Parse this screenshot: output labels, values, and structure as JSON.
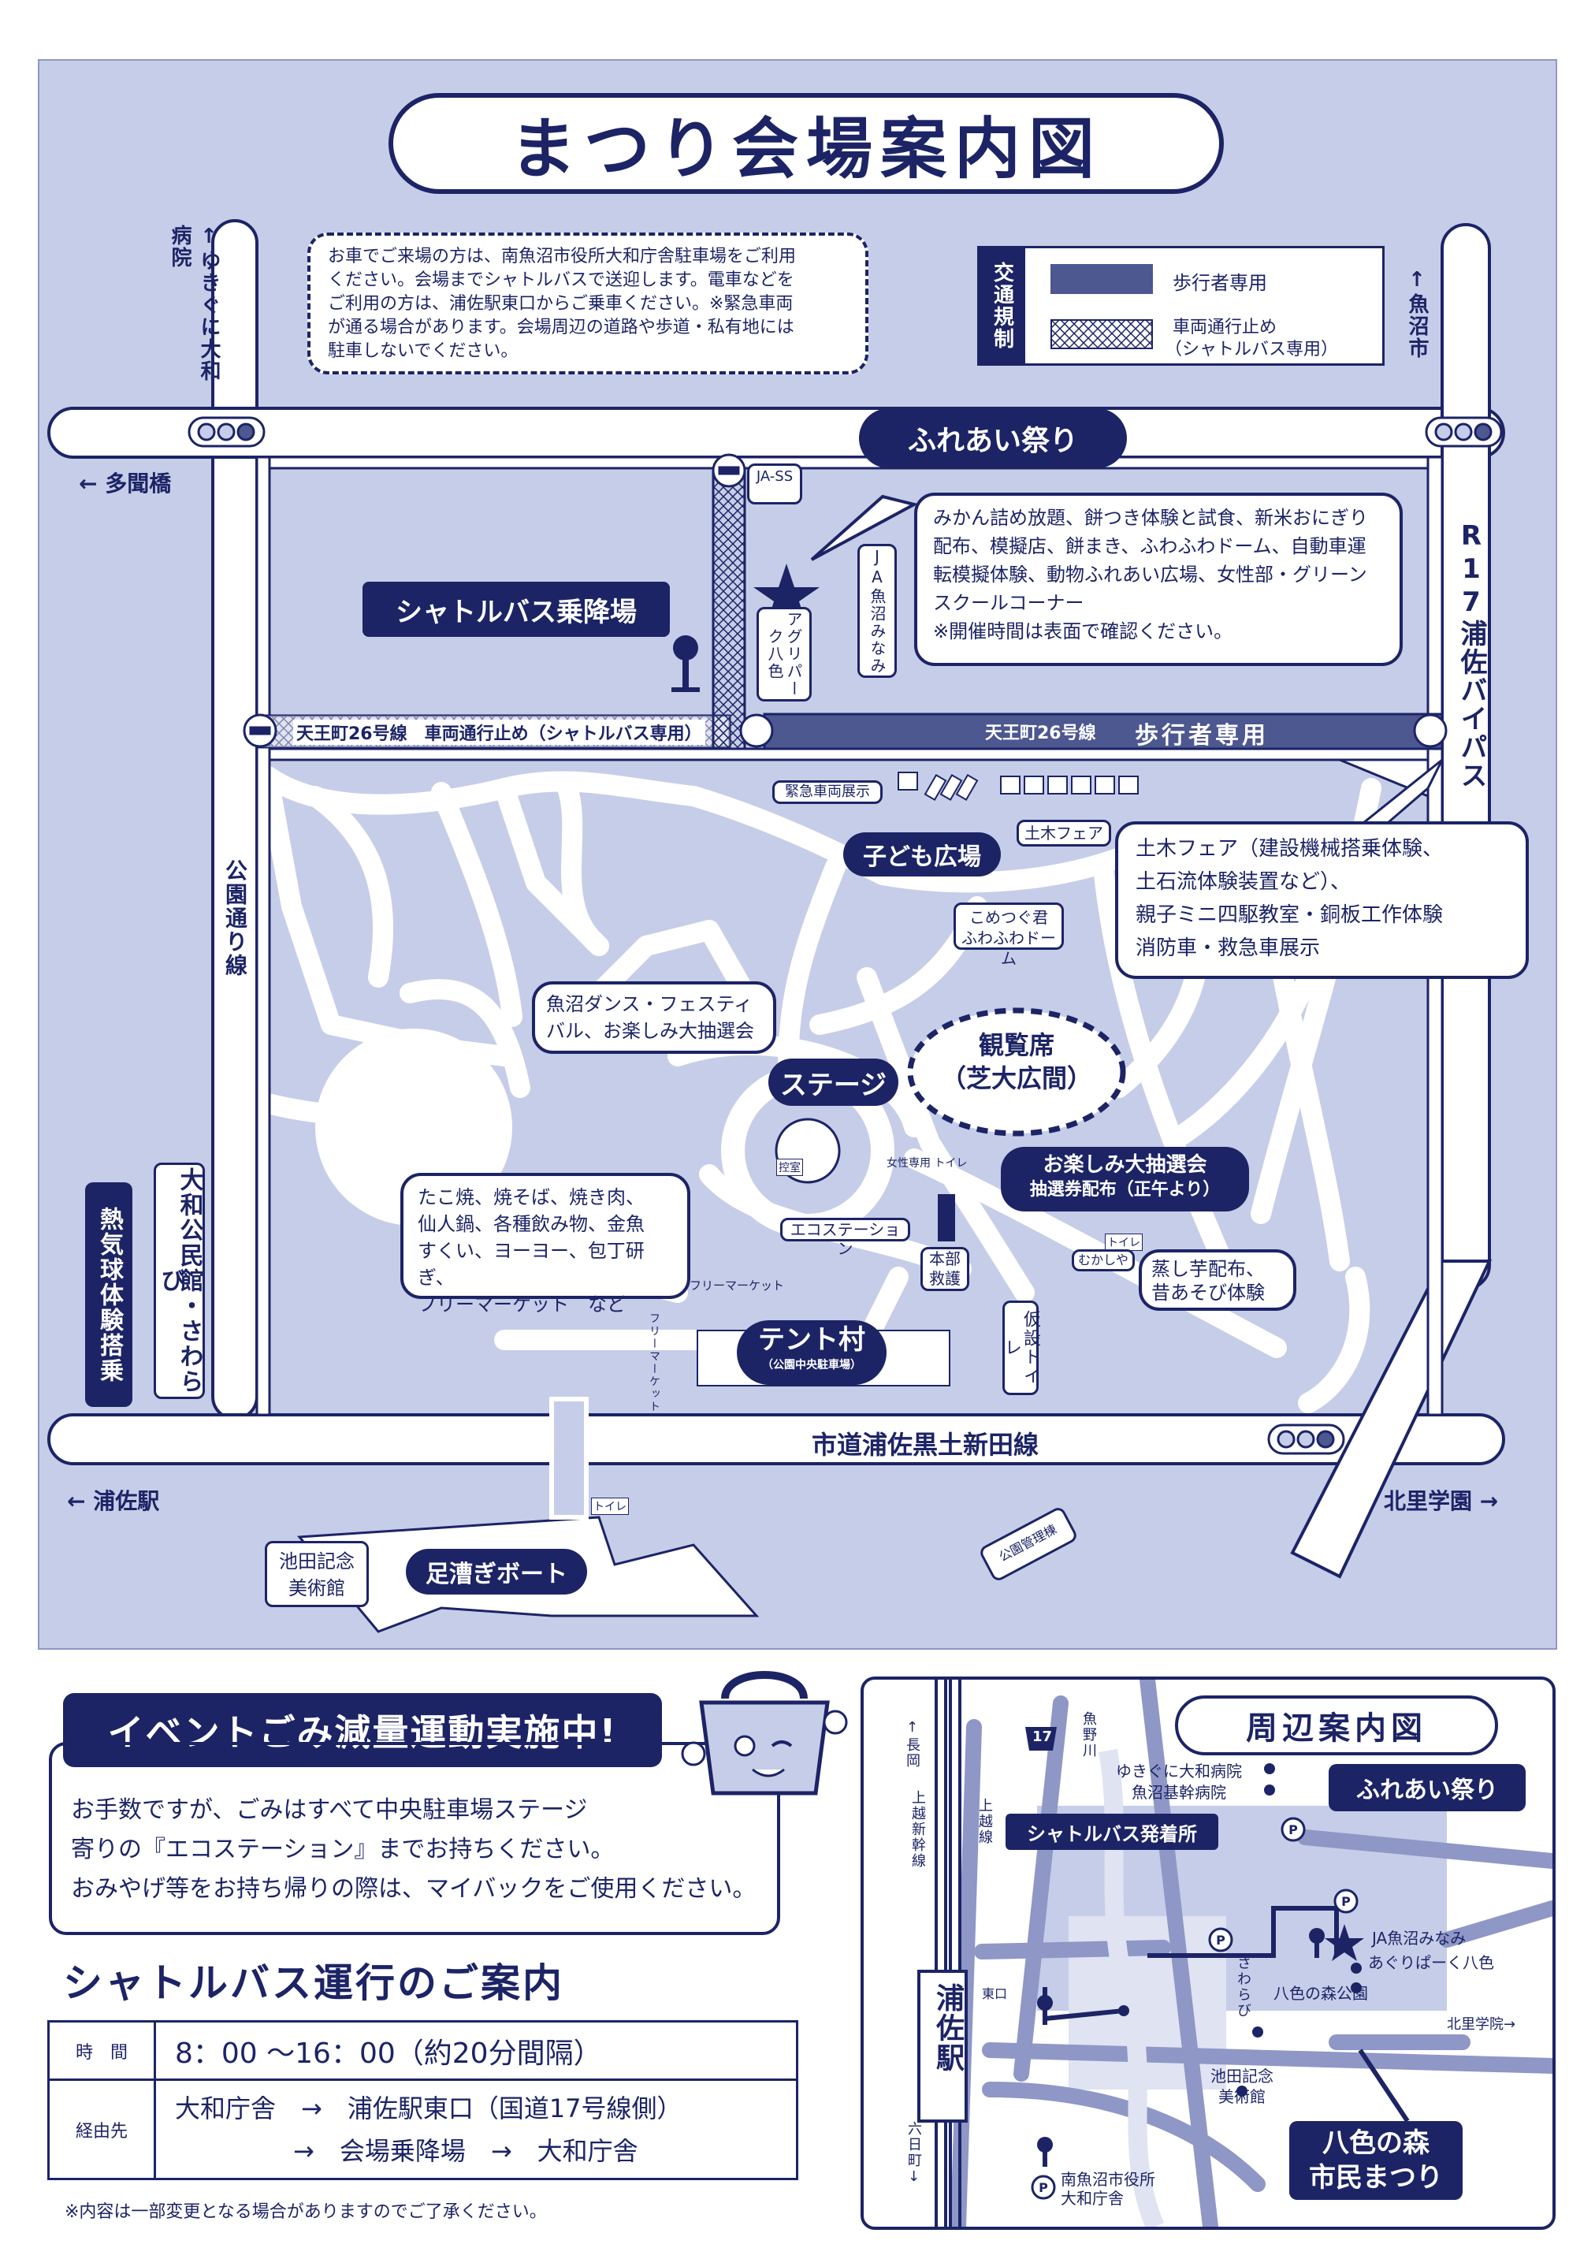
{
  "map": {
    "title": "まつり会場案内図",
    "notice": [
      "お車でご来場の方は、南魚沼市役所大和庁舎駐車場をご利用",
      "ください。会場までシャトルバスで送迎します。電車などを",
      "ご利用の方は、浦佐駅東口からご乗車ください。※緊急車両",
      "が通る場合があります。会場周辺の道路や歩道・私有地には",
      "駐車しないでください。"
    ],
    "traffic_legend": {
      "heading": "交通規制",
      "pedestrian": "歩行者専用",
      "vehicle_stop": "車両通行止め",
      "vehicle_stop_note": "（シャトルバス専用）"
    },
    "directions": {
      "yukiguni": "↑ゆきぐに大和病院",
      "uonuma": "↑魚沼市",
      "tamonbashi": "← 多聞橋",
      "urasa_station": "← 浦佐駅",
      "kitasato": "北里学園 →",
      "r17": "R17浦佐バイパス",
      "park_road": "公園通り線",
      "city_road": "市道浦佐黒土新田線"
    },
    "fureai": {
      "title": "ふれあい祭り",
      "desc": [
        "みかん詰め放題、餅つき体験と試食、新米おにぎり",
        "配布、模擬店、餅まき、ふわふわドーム、自動車運",
        "転模擬体験、動物ふれあい広場、女性部・グリーン",
        "スクールコーナー",
        "※開催時間は表面で確認ください。"
      ]
    },
    "shuttle_stop": "シャトルバス乗降場",
    "ja_ss": "JA-SS",
    "ja_minami": "JA魚沼みなみ",
    "agri_park": "アグリパーク八色",
    "road_closed": "天王町26号線　車両通行止め（シャトルバス専用）",
    "road_ped_name": "天王町26号線",
    "road_ped": "歩行者専用",
    "emergency_display": "緊急車両展示",
    "kids_plaza": "子ども広場",
    "doboku_tag": "土木フェア",
    "doboku": [
      "土木フェア（建設機械搭乗体験、",
      "土石流体験装置など）、",
      "親子ミニ四駆教室・銅板工作体験",
      "消防車・救急車展示"
    ],
    "komezutsugu": [
      "こめつぐ君",
      "ふわふわドーム"
    ],
    "dance": [
      "魚沼ダンス・フェスティ",
      "バル、お楽しみ大抽選会"
    ],
    "stage": "ステージ",
    "kanran": [
      "観覧席",
      "（芝大広間）"
    ],
    "lottery": [
      "お楽しみ大抽選会",
      "抽選券配布（正午より）"
    ],
    "control": "控室",
    "women_toilet": "女性専用 トイレ",
    "eco_station": "エコステーション",
    "honbu": [
      "本部",
      "救護"
    ],
    "toilet": "トイレ",
    "mukashiya": "むかしや",
    "mushi_imo": [
      "蒸し芋配布、",
      "昔あそび体験"
    ],
    "food": [
      "たこ焼、焼そば、焼き肉、",
      "仙人鍋、各種飲み物、金魚",
      "すくい、ヨーヨー、包丁研ぎ、",
      "フリーマーケット　など"
    ],
    "flea": "フリーマーケット",
    "temp_toilet": "仮設トイレ",
    "tent_village": "テント村",
    "tent_village_sub": "（公園中央駐車場）",
    "yamato_hall": "大和公民館・さわらび",
    "balloon": "熱気球体験搭乗",
    "ikeda": [
      "池田記念",
      "美術館"
    ],
    "boat": "足漕ぎボート",
    "park_office": "公園管理棟"
  },
  "eco": {
    "title": "イベントごみ減量運動実施中!",
    "body": [
      "お手数ですが、ごみはすべて中央駐車場ステージ",
      "寄りの『エコステーション』までお持ちください。",
      "おみやげ等をお持ち帰りの際は、マイバックをご使用ください。"
    ]
  },
  "shuttle": {
    "title": "シャトルバス運行のご案内",
    "time_label": "時　間",
    "time_value": "8：00 〜16：00（約20分間隔）",
    "route_label": "経由先",
    "route_line1": "大和庁舎　→　浦佐駅東口（国道17号線側）",
    "route_line2": "→　会場乗降場　→　大和庁舎",
    "footnote": "※内容は一部変更となる場合がありますのでご了承ください。"
  },
  "area_map": {
    "title": "周辺案内図",
    "fureai": "ふれあい祭り",
    "shuttle_depart": "シャトルバス発着所",
    "nagaoka": "↑長岡",
    "joetsu_shinkansen": "上越新幹線",
    "joetsu_line": "上越線",
    "route17": "17",
    "uono_river": "魚野川",
    "yukiguni_hosp": "ゆきぐに大和病院",
    "uonuma_hosp": "魚沼基幹病院",
    "ja": "JA魚沼みなみ",
    "agri": "あぐりぱーく八色",
    "sawarabi": "さわらび",
    "yairo_park": "八色の森公園",
    "kitasato": "北里学院→",
    "urasa": "浦佐駅",
    "east_exit": "東口",
    "ikeda": [
      "池田記念",
      "美術館"
    ],
    "rokkamachi": "六日町↓",
    "city_hall": [
      "南魚沼市役所",
      "大和庁舎"
    ],
    "yairo_fest": [
      "八色の森",
      "市民まつり"
    ]
  },
  "colors": {
    "navy": "#1c2466",
    "map_bg": "#c6cde8",
    "road": "#ffffff",
    "pedestrian_band": "#4d5790"
  }
}
